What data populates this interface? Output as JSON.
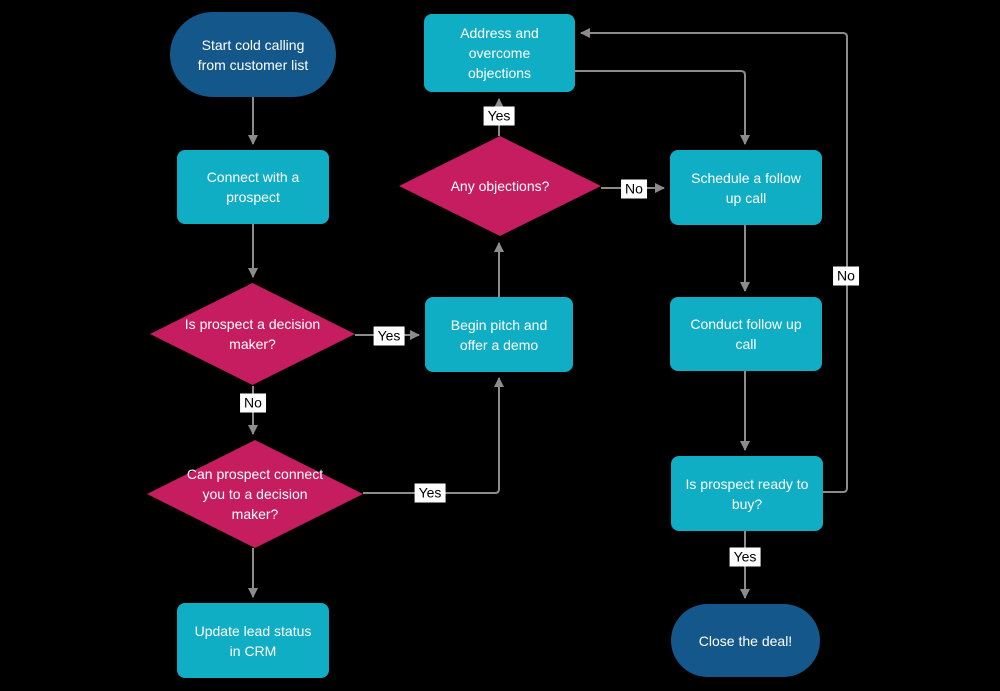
{
  "diagram": {
    "type": "flowchart",
    "background_color": "#000000",
    "connector_color": "#8c8c8c",
    "shape_text_color": "#ffffff",
    "process_fill": "#10aec4",
    "decision_fill": "#c51d5f",
    "terminator_fill": "#14578a",
    "edge_label_bg": "#ffffff",
    "edge_label_text_color": "#000000"
  },
  "nodes": {
    "start": {
      "type": "terminator",
      "label": "Start cold calling from customer list"
    },
    "connect": {
      "type": "process",
      "label": "Connect with a prospect"
    },
    "decision_maker": {
      "type": "decision",
      "label": "Is prospect a decision maker?"
    },
    "can_connect": {
      "type": "decision",
      "label": "Can prospect connect you to a decision maker?"
    },
    "update_crm": {
      "type": "process",
      "label": "Update lead status in CRM"
    },
    "begin_pitch": {
      "type": "process",
      "label": "Begin pitch and offer a demo"
    },
    "any_objections": {
      "type": "decision",
      "label": "Any objections?"
    },
    "address_objections": {
      "type": "process",
      "label": "Address and overcome objections"
    },
    "schedule_followup": {
      "type": "process",
      "label": "Schedule a follow up call"
    },
    "conduct_followup": {
      "type": "process",
      "label": "Conduct follow up call"
    },
    "ready_to_buy": {
      "type": "process",
      "label": "Is prospect ready to buy?"
    },
    "close_deal": {
      "type": "terminator",
      "label": "Close the deal!"
    }
  },
  "edge_labels": {
    "decision_maker_yes": "Yes",
    "decision_maker_no": "No",
    "can_connect_yes": "Yes",
    "any_objections_yes": "Yes",
    "any_objections_no": "No",
    "ready_to_buy_yes": "Yes",
    "ready_to_buy_no": "No"
  }
}
